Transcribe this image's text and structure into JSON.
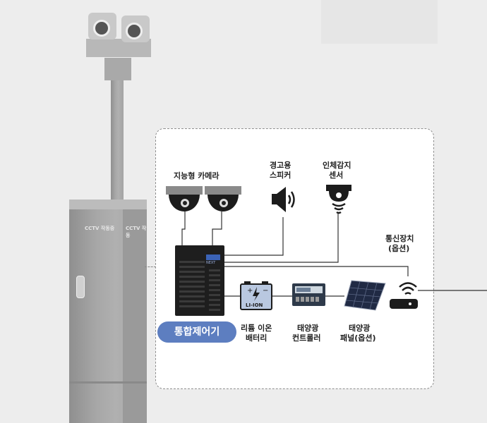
{
  "pole": {
    "cabinet_label": "CCTV 작동중",
    "cabinet_side_label": "CCTV 작동"
  },
  "controller": {
    "label": "통합제어기",
    "brand": "NEXT"
  },
  "components": {
    "camera": "지능형 카메라",
    "speaker": [
      "경고용",
      "스피커"
    ],
    "sensor": [
      "인체감지",
      "센서"
    ],
    "comm": [
      "통신장치",
      "(옵션)"
    ],
    "battery": [
      "리튬 이온",
      "배터리"
    ],
    "battery_mark": "LI-ION",
    "solar_controller": [
      "태양광",
      "컨트롤러"
    ],
    "solar_panel": [
      "태양광",
      "패널(옵션)"
    ]
  },
  "colors": {
    "badge": "#5d7ec0",
    "panel_border": "#8e8e8e",
    "line": "#333333"
  },
  "icons": [
    "dome-camera-icon",
    "speaker-icon",
    "motion-sensor-icon",
    "router-icon",
    "battery-icon",
    "solar-controller-icon",
    "solar-panel-icon"
  ]
}
